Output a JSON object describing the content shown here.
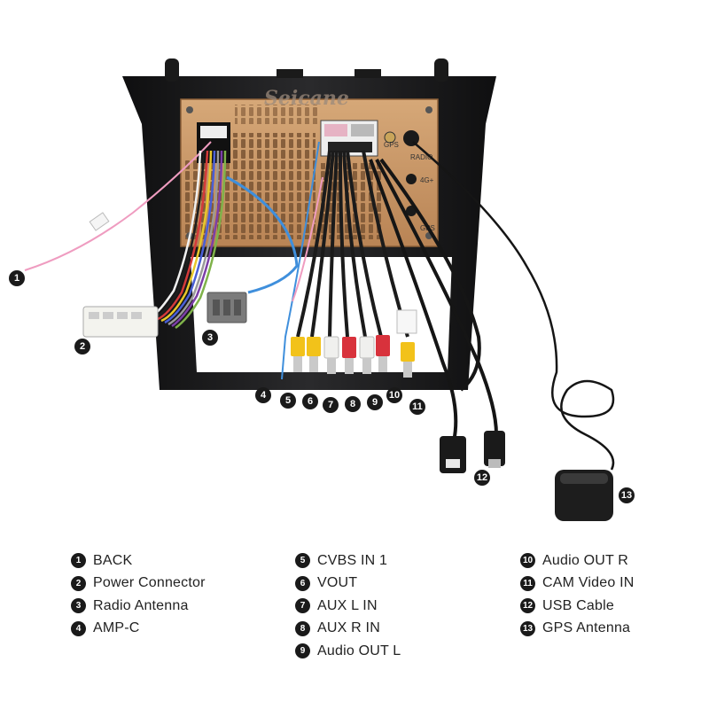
{
  "device": {
    "brand_text": "Seicane",
    "port_labels": {
      "gps_top": "GPS",
      "radio": "RADIO",
      "lte": "4G+",
      "gps_bottom": "GPS"
    }
  },
  "callouts": [
    {
      "number": "1"
    },
    {
      "number": "2"
    },
    {
      "number": "3"
    },
    {
      "number": "4"
    },
    {
      "number": "5"
    },
    {
      "number": "6"
    },
    {
      "number": "7"
    },
    {
      "number": "8"
    },
    {
      "number": "9"
    },
    {
      "number": "10"
    },
    {
      "number": "11"
    },
    {
      "number": "12"
    },
    {
      "number": "13"
    }
  ],
  "legend": {
    "columns": [
      [
        {
          "number": "1",
          "label": "BACK"
        },
        {
          "number": "2",
          "label": "Power Connector"
        },
        {
          "number": "3",
          "label": "Radio Antenna"
        },
        {
          "number": "4",
          "label": "AMP-C"
        }
      ],
      [
        {
          "number": "5",
          "label": "CVBS IN 1"
        },
        {
          "number": "6",
          "label": "VOUT"
        },
        {
          "number": "7",
          "label": "AUX L IN"
        },
        {
          "number": "8",
          "label": "AUX R IN"
        },
        {
          "number": "9",
          "label": "Audio OUT L"
        }
      ],
      [
        {
          "number": "10",
          "label": "Audio OUT R"
        },
        {
          "number": "11",
          "label": "CAM Video IN"
        },
        {
          "number": "12",
          "label": "USB Cable"
        },
        {
          "number": "13",
          "label": "GPS Antenna"
        }
      ]
    ]
  },
  "colors": {
    "frame": "#1c1c1e",
    "chassis": "#c69566",
    "rca_yellow": "#f2c21a",
    "rca_white": "#f0f0ee",
    "rca_red": "#d8323c",
    "wire_pink": "#ef9cc0",
    "wire_blue": "#3f8fdc",
    "cable_black": "#151515"
  }
}
